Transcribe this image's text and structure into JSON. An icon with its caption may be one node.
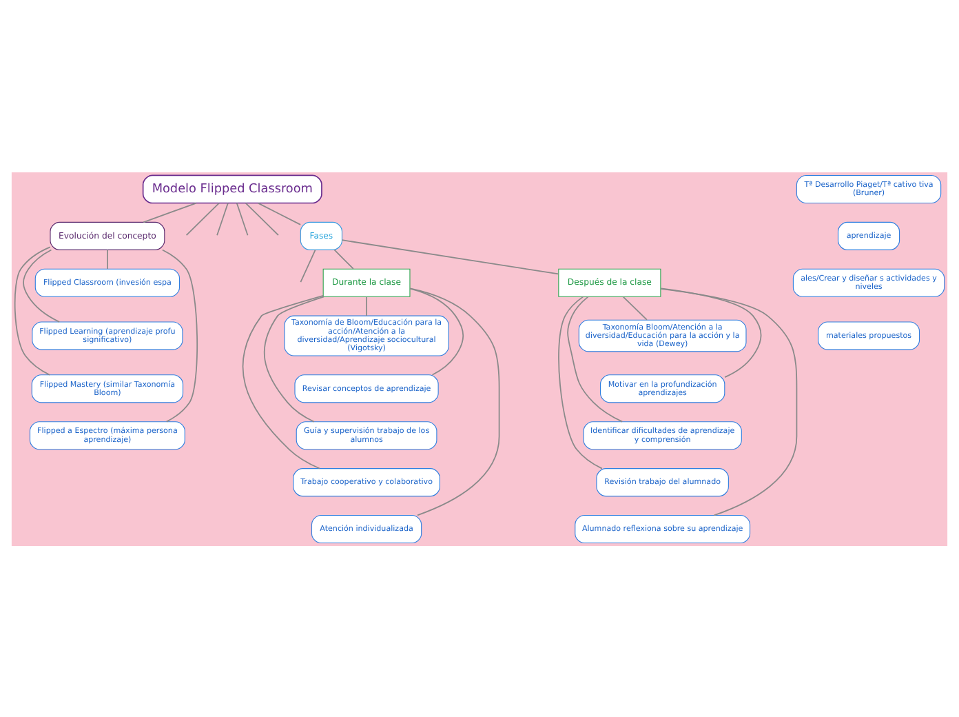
{
  "diagram": {
    "nodes": [
      {
        "text": [
          "Modelo Flipped Classroom"
        ]
      },
      {
        "text": [
          "Fases"
        ]
      },
      {
        "text": [
          "Durante la clase"
        ]
      },
      {
        "text": [
          "Después de la clase"
        ]
      },
      {
        "text": [
          "Evolución del concepto"
        ]
      },
      {
        "text": [
          "Taxonomía de Bloom/Educación para la acción/Atención a la diversidad/Aprendizaje sociocultural (Vigotsky)"
        ]
      },
      {
        "text": [
          "Revisar conceptos de aprendizaje"
        ]
      },
      {
        "text": [
          "Guía y supervisión trabajo de los alumnos"
        ]
      },
      {
        "text": [
          "Trabajo cooperativo y colaborativo"
        ]
      },
      {
        "text": [
          "Atención individualizada"
        ]
      },
      {
        "text": [
          "Taxonomía Bloom/Atención a la diversidad/Educación para la acción y la vida (Dewey)"
        ]
      },
      {
        "text": [
          "Motivar en la profundización aprendizajes"
        ]
      },
      {
        "text": [
          "Identificar dificultades de aprendizaje y comprensión"
        ]
      },
      {
        "text": [
          "Revisión trabajo del alumnado"
        ]
      },
      {
        "text": [
          "Alumnado reflexiona sobre su aprendizaje"
        ]
      },
      {
        "text": [
          "Flipped Classroom (invesión espa"
        ]
      },
      {
        "text": [
          "Flipped Learning (aprendizaje profu significativo)"
        ]
      },
      {
        "text": [
          "Flipped Mastery (similar Taxonomía Bloom)"
        ]
      },
      {
        "text": [
          "Flipped a Espectro (máxima persona aprendizaje)"
        ]
      },
      {
        "text": [
          "Tª Desarrollo Piaget/Tª cativo tiva (Bruner)"
        ]
      },
      {
        "text": [
          "aprendizaje"
        ]
      },
      {
        "text": [
          "ales/Crear y diseñar s actividades y niveles"
        ]
      },
      {
        "text": [
          "materiales propuestos"
        ]
      }
    ],
    "edges": [
      {
        "from": 0,
        "to": 1,
        "arrow": "none"
      },
      {
        "from": 0,
        "to": 4,
        "arrow": "none"
      },
      {
        "from": 0,
        "to": null,
        "arrow": "none"
      },
      {
        "from": 0,
        "to": null,
        "arrow": "none"
      },
      {
        "from": 0,
        "to": null,
        "arrow": "none"
      },
      {
        "from": 0,
        "to": null,
        "arrow": "none"
      },
      {
        "from": 1,
        "to": 2,
        "arrow": "none"
      },
      {
        "from": 1,
        "to": 3,
        "arrow": "none"
      },
      {
        "from": 1,
        "to": null,
        "arrow": "none"
      },
      {
        "from": 2,
        "to": 5,
        "arrow": "none"
      },
      {
        "from": 2,
        "to": 6,
        "arrow": "none"
      },
      {
        "from": 2,
        "to": 7,
        "arrow": "none"
      },
      {
        "from": 2,
        "to": 8,
        "arrow": "none"
      },
      {
        "from": 2,
        "to": 9,
        "arrow": "none"
      },
      {
        "from": 3,
        "to": 10,
        "arrow": "none"
      },
      {
        "from": 3,
        "to": 11,
        "arrow": "none"
      },
      {
        "from": 3,
        "to": 12,
        "arrow": "none"
      },
      {
        "from": 3,
        "to": 13,
        "arrow": "none"
      },
      {
        "from": 3,
        "to": 14,
        "arrow": "none"
      },
      {
        "from": 4,
        "to": 15,
        "arrow": "none"
      },
      {
        "from": 4,
        "to": 16,
        "arrow": "none"
      },
      {
        "from": 4,
        "to": 17,
        "arrow": "none"
      },
      {
        "from": 4,
        "to": 18,
        "arrow": "none"
      }
    ]
  }
}
